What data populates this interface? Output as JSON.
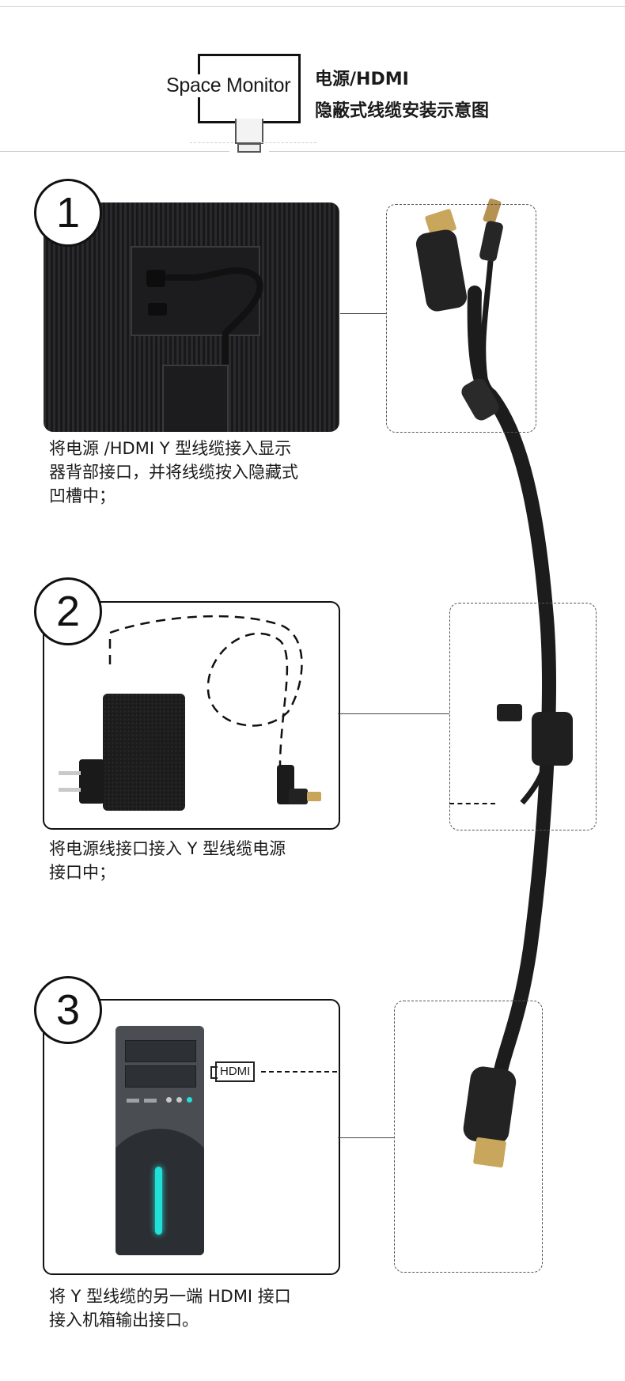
{
  "header": {
    "brand": "Space Monitor",
    "title_line1": "电源/HDMI",
    "title_line2": "隐蔽式线缆安装示意图"
  },
  "steps": [
    {
      "number": "1",
      "caption": [
        "将电源 /HDMI Y 型线缆接入显示",
        "器背部接口，并将线缆按入隐藏式",
        "凹槽中；"
      ]
    },
    {
      "number": "2",
      "caption": [
        "将电源线接口接入 Y 型线缆电源",
        "接口中；"
      ]
    },
    {
      "number": "3",
      "caption": [
        "将 Y 型线缆的另一端 HDMI 接口",
        "接入机箱输出接口。"
      ]
    }
  ],
  "pc": {
    "hdmi_label": "HDMI"
  },
  "colors": {
    "cable": "#1a1a1a",
    "accent_light": "#21e0d8",
    "tower": "#4a4d52"
  }
}
